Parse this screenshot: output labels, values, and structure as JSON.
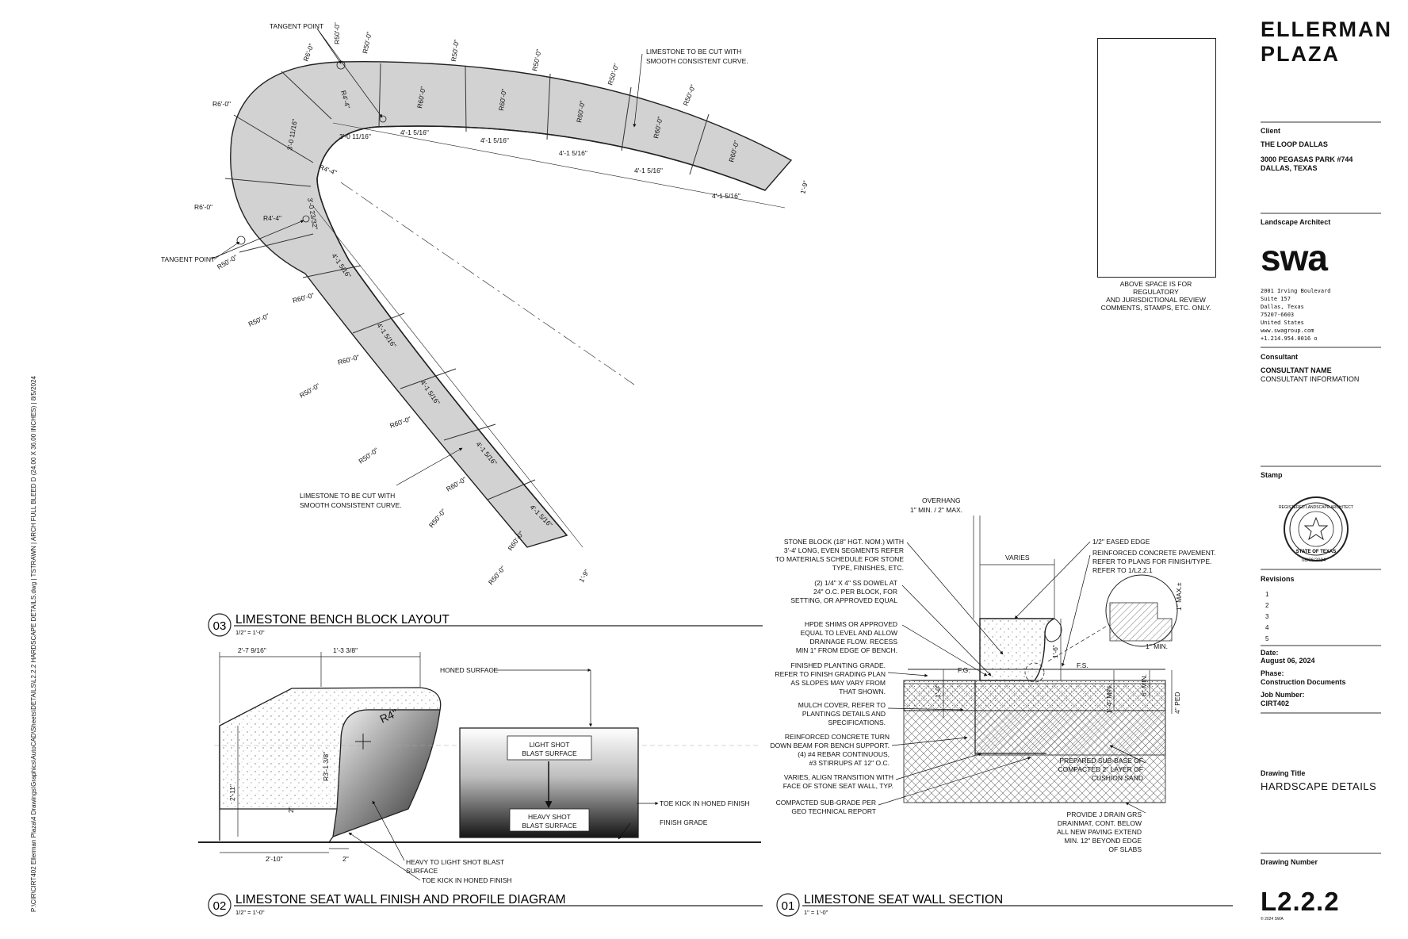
{
  "project_title": [
    "ELLERMAN",
    "PLAZA"
  ],
  "client": {
    "heading": "Client",
    "name": "THE LOOP DALLAS",
    "address": [
      "3000 PEGASAS PARK #744",
      "DALLAS, TEXAS"
    ]
  },
  "landscape_architect": {
    "heading": "Landscape Architect",
    "logo_text": "swa",
    "address": [
      "2001 Irving Boulevard",
      "Suite 157",
      "Dallas, Texas",
      "75207-6603",
      "United States",
      "www.swagroup.com",
      "+1.214.954.0016 o"
    ]
  },
  "consultant": {
    "heading": "Consultant",
    "name": "CONSULTANT NAME",
    "info": "CONSULTANT INFORMATION"
  },
  "stamp": {
    "heading": "Stamp",
    "date": "08/06/2024"
  },
  "revisions": {
    "heading": "Revisions",
    "items": [
      "1",
      "2",
      "3",
      "4",
      "5"
    ]
  },
  "meta": {
    "date_label": "Date:",
    "date": "August 06, 2024",
    "phase_label": "Phase:",
    "phase": "Construction Documents",
    "job_label": "Job Number:",
    "job": "CIRT402"
  },
  "drawing_title": {
    "heading": "Drawing Title",
    "value": "HARDSCAPE DETAILS"
  },
  "drawing_number": {
    "heading": "Drawing Number",
    "value": "L2.2.2"
  },
  "copyright": "© 2024 SWA",
  "regulatory_note": [
    "ABOVE SPACE IS FOR REGULATORY",
    "AND JURISDICTIONAL REVIEW",
    "COMMENTS, STAMPS, ETC. ONLY."
  ],
  "file_path": "P:\\CIR\\CIRT402 Ellerman Plaza\\4 Drawings\\Graphics\\AutoCAD\\Sheets\\DETAILS\\L2.2.2 HARDSCAPE DETAILS.dwg | TSTRAWN | ARCH FULL BLEED D (24.00 X 36.00 INCHES) | 8/5/2024",
  "details": {
    "d03": {
      "num": "03",
      "title": "LIMESTONE BENCH BLOCK LAYOUT",
      "scale": "1/2\" = 1'-0\""
    },
    "d02": {
      "num": "02",
      "title": "LIMESTONE SEAT WALL FINISH AND PROFILE DIAGRAM",
      "scale": "1/2\" = 1'-0\""
    },
    "d01": {
      "num": "01",
      "title": "LIMESTONE SEAT WALL SECTION",
      "scale": "1\" = 1'-0\""
    }
  },
  "layout_labels": {
    "tangent_top": "TANGENT POINT",
    "tangent_left": "TANGENT POINT",
    "cut_note_top": [
      "LIMESTONE TO BE CUT WITH",
      "SMOOTH CONSISTENT CURVE."
    ],
    "cut_note_bottom": [
      "LIMESTONE TO BE CUT WITH",
      "SMOOTH CONSISTENT CURVE."
    ],
    "r6": "R6'-0\"",
    "r50": "R50'-0\"",
    "r60": "R60'-0\"",
    "r44": "R4'-4\"",
    "seg": "4'-1 5/16\"",
    "d3a": "3'-0 11/16\"",
    "d3b": "3'-0 23/32\"",
    "w19": "1'-9\""
  },
  "profile_labels": {
    "top_dim_a": "2'-7 9/16\"",
    "top_dim_b": "1'-3 3/8\"",
    "honed": "HONED SURFACE",
    "r4": "R4\"",
    "r3": "R3'-1 3/8\"",
    "h211": "2'-11\"",
    "h2": "2\"",
    "b210": "2'-10\"",
    "b2": "2\"",
    "light": [
      "LIGHT SHOT",
      "BLAST SURFACE"
    ],
    "heavy": [
      "HEAVY SHOT",
      "BLAST SURFACE"
    ],
    "toe_honed": "TOE KICK IN HONED FINISH",
    "finish_grade": "FINISH GRADE",
    "heavy_light": [
      "HEAVY TO LIGHT SHOT BLAST",
      "SURFACE"
    ],
    "toe_kick": "TOE KICK IN HONED FINISH"
  },
  "section_labels": {
    "overhang": [
      "OVERHANG",
      "1\" MIN. / 2\" MAX."
    ],
    "varies": "VARIES",
    "eased": "1/2\" EASED EDGE",
    "rcp": [
      "REINFORCED CONCRETE PAVEMENT.",
      "REFER TO PLANS FOR FINISH/TYPE.",
      "REFER TO 1/L2.2.1"
    ],
    "stone": [
      "STONE BLOCK (18\" HGT. NOM.) WITH",
      "3'-4' LONG, EVEN SEGMENTS REFER",
      "TO MATERIALS SCHEDULE FOR STONE",
      "TYPE, FINISHES, ETC."
    ],
    "dowel": [
      "(2) 1/4\" X 4\" SS DOWEL AT",
      "24\" O.C. PER BLOCK, FOR",
      "SETTING, OR APPROVED EQUAL"
    ],
    "shims": [
      "HPDE SHIMS OR APPROVED",
      "EQUAL TO LEVEL AND ALLOW",
      "DRAINAGE FLOW.  RECESS",
      "MIN 1\" FROM EDGE OF BENCH."
    ],
    "grade": [
      "FINISHED PLANTING GRADE.",
      "REFER TO FINISH GRADING PLAN",
      "AS SLOPES MAY VARY FROM",
      "THAT SHOWN."
    ],
    "mulch": [
      "MULCH COVER, REFER TO",
      "PLANTINGS DETAILS AND",
      "SPECIFICATIONS."
    ],
    "beam": [
      "REINFORCED CONCRETE TURN",
      "DOWN BEAM FOR BENCH SUPPORT.",
      "(4) #4 REBAR CONTINUOUS,",
      "#3 STIRRUPS AT 12\" O.C."
    ],
    "varies_align": [
      "VARIES, ALIGN TRANSITION WITH",
      "FACE OF STONE SEAT WALL, TYP."
    ],
    "subgrade": [
      "COMPACTED SUB-GRADE PER",
      "GEO TECHNICAL REPORT"
    ],
    "subbase": [
      "PREPARED SUB-BASE OF",
      "COMPACTED 2\" LAYER OF",
      "CUSHION SAND"
    ],
    "drain": [
      "PROVIDE J DRAIN GRS",
      "DRAINMAT, CONT. BELOW",
      "ALL NEW PAVING EXTEND",
      "MIN. 12\" BEYOND EDGE",
      "OF SLABS"
    ],
    "dim_16": "1'-6\"",
    "dim_10": "1'-0\"",
    "dim_14": "1'-4\" MIN.",
    "dim_6": "6\" MIN.",
    "dim_4": "4\" PED",
    "dim_1max": "1\" MAX.±",
    "dim_1min": "1\" MIN.",
    "fs": "F.S.",
    "fg": "F.G."
  }
}
